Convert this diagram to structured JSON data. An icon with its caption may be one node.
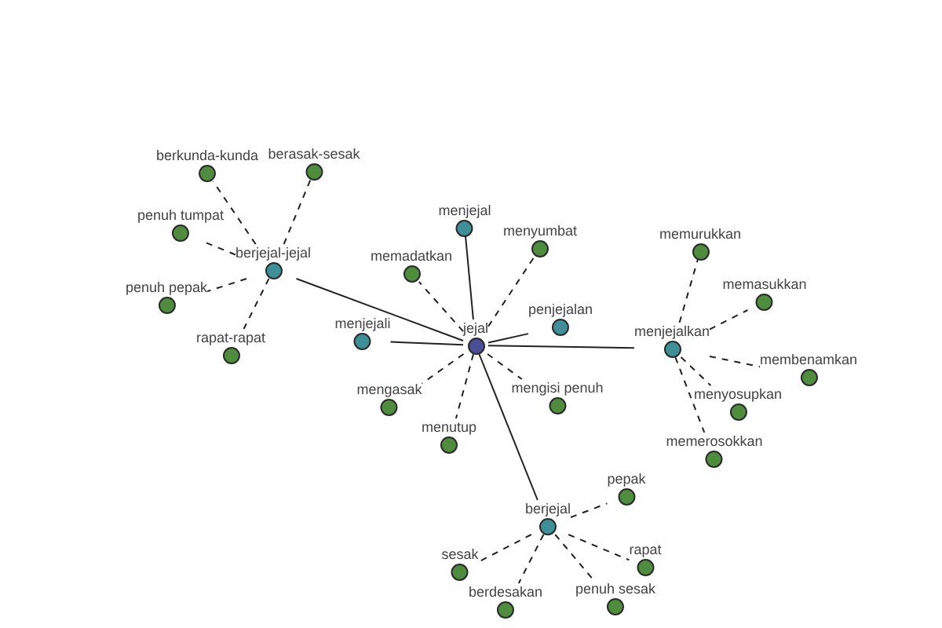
{
  "diagram": {
    "nodes": [
      {
        "text": [
          "jejal"
        ]
      },
      {
        "text": [
          "berjejal-jejal"
        ]
      },
      {
        "text": [
          "berkunda-kunda"
        ]
      },
      {
        "text": [
          "berasak-sesak"
        ]
      },
      {
        "text": [
          "penuh tumpat"
        ]
      },
      {
        "text": [
          "penuh pepak"
        ]
      },
      {
        "text": [
          "rapat-rapat"
        ]
      },
      {
        "text": [
          "menjejal"
        ]
      },
      {
        "text": [
          "menjejali"
        ]
      },
      {
        "text": [
          "penjejalan"
        ]
      },
      {
        "text": [
          "memadatkan"
        ]
      },
      {
        "text": [
          "menyumbat"
        ]
      },
      {
        "text": [
          "mengasak"
        ]
      },
      {
        "text": [
          "mengisi penuh"
        ]
      },
      {
        "text": [
          "menutup"
        ]
      },
      {
        "text": [
          "menjejalkan"
        ]
      },
      {
        "text": [
          "memurukkan"
        ]
      },
      {
        "text": [
          "memasukkan"
        ]
      },
      {
        "text": [
          "menyosupkan"
        ]
      },
      {
        "text": [
          "membenamkan"
        ]
      },
      {
        "text": [
          "memerosokkan"
        ]
      },
      {
        "text": [
          "berjejal"
        ]
      },
      {
        "text": [
          "pepak"
        ]
      },
      {
        "text": [
          "sesak"
        ]
      },
      {
        "text": [
          "rapat"
        ]
      },
      {
        "text": [
          "berdesakan"
        ]
      },
      {
        "text": [
          "penuh sesak"
        ]
      }
    ],
    "edges": [
      {
        "from": 0,
        "to": 1,
        "arrow": "none"
      },
      {
        "from": 0,
        "to": 7,
        "arrow": "none"
      },
      {
        "from": 0,
        "to": 8,
        "arrow": "none"
      },
      {
        "from": 0,
        "to": 9,
        "arrow": "none"
      },
      {
        "from": 0,
        "to": 15,
        "arrow": "none"
      },
      {
        "from": 0,
        "to": 21,
        "arrow": "none"
      },
      {
        "from": 0,
        "to": 10,
        "arrow": "none",
        "style": "dashed"
      },
      {
        "from": 0,
        "to": 11,
        "arrow": "none",
        "style": "dashed"
      },
      {
        "from": 0,
        "to": 12,
        "arrow": "none",
        "style": "dashed"
      },
      {
        "from": 0,
        "to": 13,
        "arrow": "none",
        "style": "dashed"
      },
      {
        "from": 0,
        "to": 14,
        "arrow": "none",
        "style": "dashed"
      },
      {
        "from": 1,
        "to": 2,
        "arrow": "none",
        "style": "dashed"
      },
      {
        "from": 1,
        "to": 3,
        "arrow": "none",
        "style": "dashed"
      },
      {
        "from": 1,
        "to": 4,
        "arrow": "none",
        "style": "dashed"
      },
      {
        "from": 1,
        "to": 5,
        "arrow": "none",
        "style": "dashed"
      },
      {
        "from": 1,
        "to": 6,
        "arrow": "none",
        "style": "dashed"
      },
      {
        "from": 15,
        "to": 16,
        "arrow": "none",
        "style": "dashed"
      },
      {
        "from": 15,
        "to": 17,
        "arrow": "none",
        "style": "dashed"
      },
      {
        "from": 15,
        "to": 18,
        "arrow": "none",
        "style": "dashed"
      },
      {
        "from": 15,
        "to": 19,
        "arrow": "none",
        "style": "dashed"
      },
      {
        "from": 15,
        "to": 20,
        "arrow": "none",
        "style": "dashed"
      },
      {
        "from": 21,
        "to": 22,
        "arrow": "none",
        "style": "dashed"
      },
      {
        "from": 21,
        "to": 23,
        "arrow": "none",
        "style": "dashed"
      },
      {
        "from": 21,
        "to": 24,
        "arrow": "none",
        "style": "dashed"
      },
      {
        "from": 21,
        "to": 25,
        "arrow": "none",
        "style": "dashed"
      },
      {
        "from": 21,
        "to": 26,
        "arrow": "none",
        "style": "dashed"
      }
    ]
  }
}
